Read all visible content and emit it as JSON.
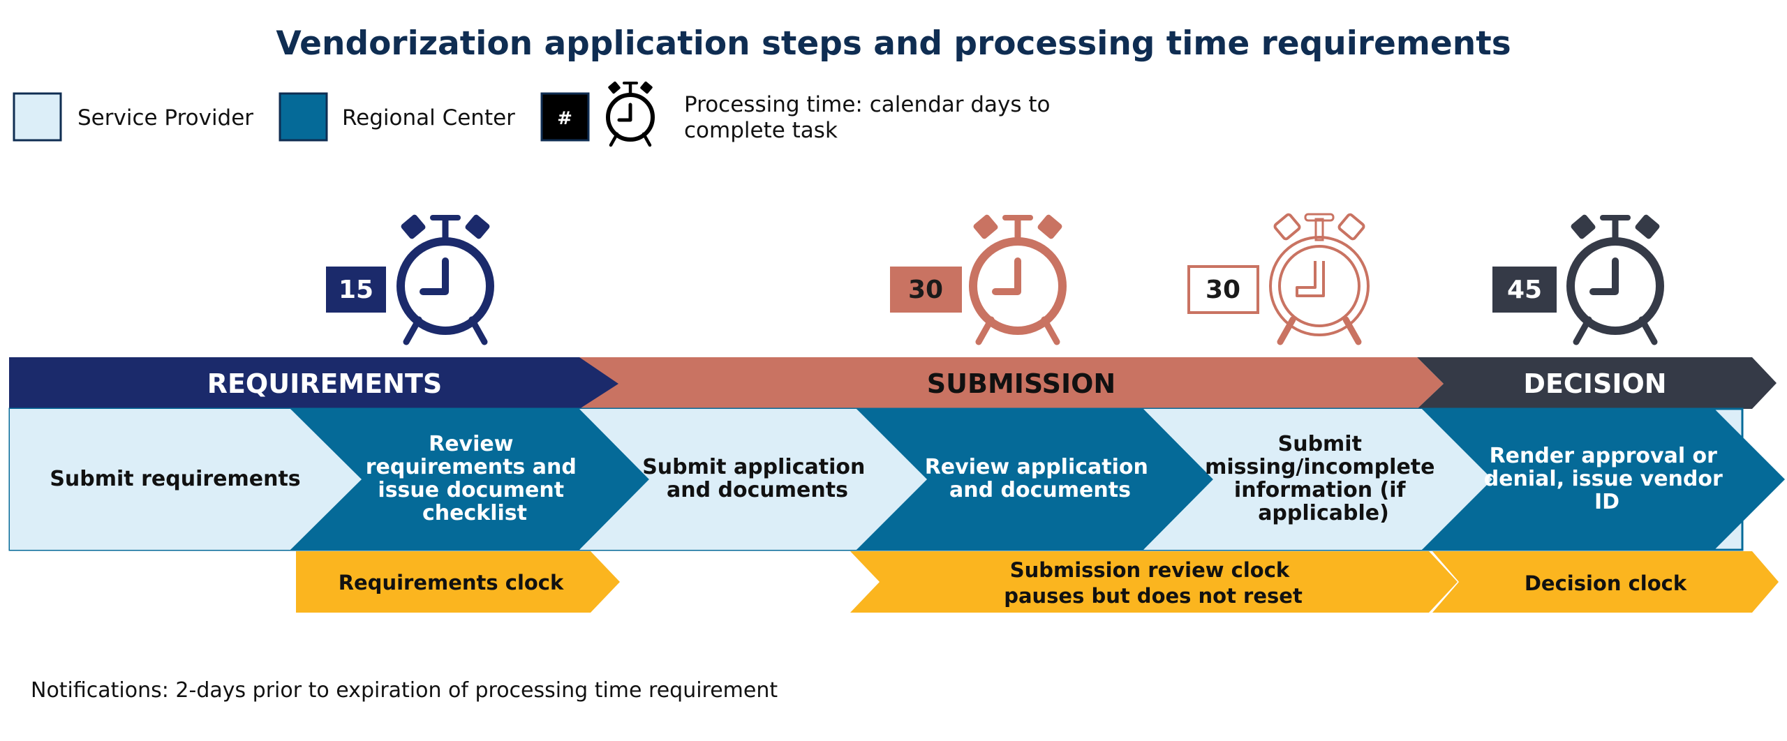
{
  "title": "Vendorization application steps and processing time requirements",
  "legend": {
    "service_provider": "Service Provider",
    "regional_center": "Regional Center",
    "hash_symbol": "#",
    "processing_time_line1": "Processing time: calendar days to",
    "processing_time_line2": "complete task"
  },
  "timers": [
    {
      "days": "15",
      "style": "filled",
      "color": "#1b2a6b"
    },
    {
      "days": "30",
      "style": "filled",
      "color": "#c97362"
    },
    {
      "days": "30",
      "style": "outline",
      "color": "#c97362"
    },
    {
      "days": "45",
      "style": "filled",
      "color": "#353a47"
    }
  ],
  "phases": {
    "requirements": "REQUIREMENTS",
    "submission": "SUBMISSION",
    "decision": "DECISION"
  },
  "steps": [
    {
      "role": "Service Provider",
      "lines": [
        "Submit requirements"
      ]
    },
    {
      "role": "Regional Center",
      "lines": [
        "Review",
        "requirements and",
        "issue document",
        "checklist"
      ]
    },
    {
      "role": "Service Provider",
      "lines": [
        "Submit application",
        "and documents"
      ]
    },
    {
      "role": "Regional Center",
      "lines": [
        "Review application",
        "and documents"
      ]
    },
    {
      "role": "Service Provider",
      "lines": [
        "Submit",
        "missing/incomplete",
        "information (if",
        "applicable)"
      ]
    },
    {
      "role": "Regional Center",
      "lines": [
        "Render approval or",
        "denial, issue vendor",
        "ID"
      ]
    }
  ],
  "clocks": {
    "requirements": [
      "Requirements clock"
    ],
    "submission": [
      "Submission review clock",
      "pauses but does not reset"
    ],
    "decision": [
      "Decision clock"
    ]
  },
  "footnote": "Notifications: 2-days prior to expiration of processing time requirement",
  "colors": {
    "navy": "#1b2a6b",
    "salmon": "#c97362",
    "charcoal": "#353a47",
    "light_blue": "#dceef8",
    "teal": "#056a98",
    "gold": "#fbb51f",
    "title": "#0f2d52"
  }
}
